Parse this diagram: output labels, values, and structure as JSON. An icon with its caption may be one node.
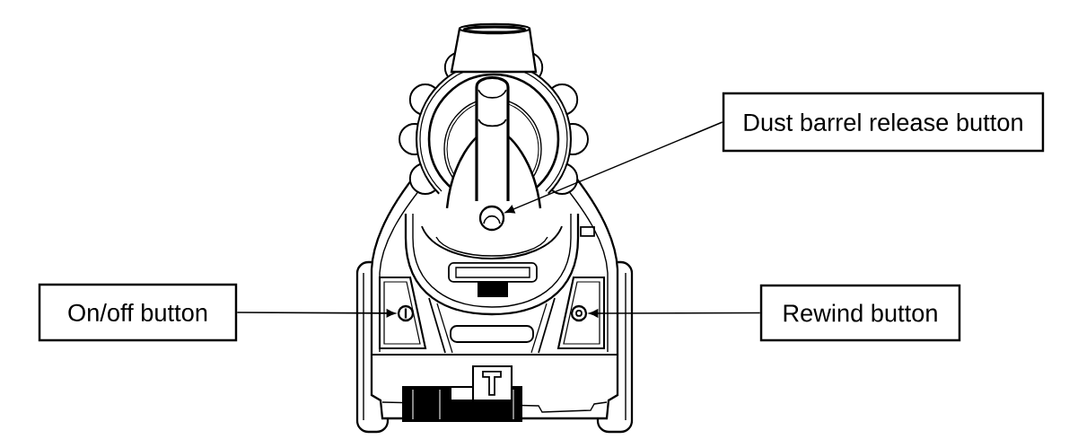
{
  "diagram": {
    "nodes": [
      {
        "text": [
          "Dust barrel release button"
        ]
      },
      {
        "text": [
          "On/off button"
        ]
      },
      {
        "text": [
          "Rewind button"
        ]
      },
      {
        "text": [],
        "shape": "circle"
      },
      {
        "text": [],
        "shape": "circle"
      },
      {
        "text": [],
        "shape": "circle"
      }
    ],
    "edges": [
      {
        "from": 0,
        "to": 3,
        "arrow": "to"
      },
      {
        "from": 1,
        "to": 4,
        "arrow": "to"
      },
      {
        "from": 2,
        "to": 5,
        "arrow": "to"
      }
    ]
  }
}
